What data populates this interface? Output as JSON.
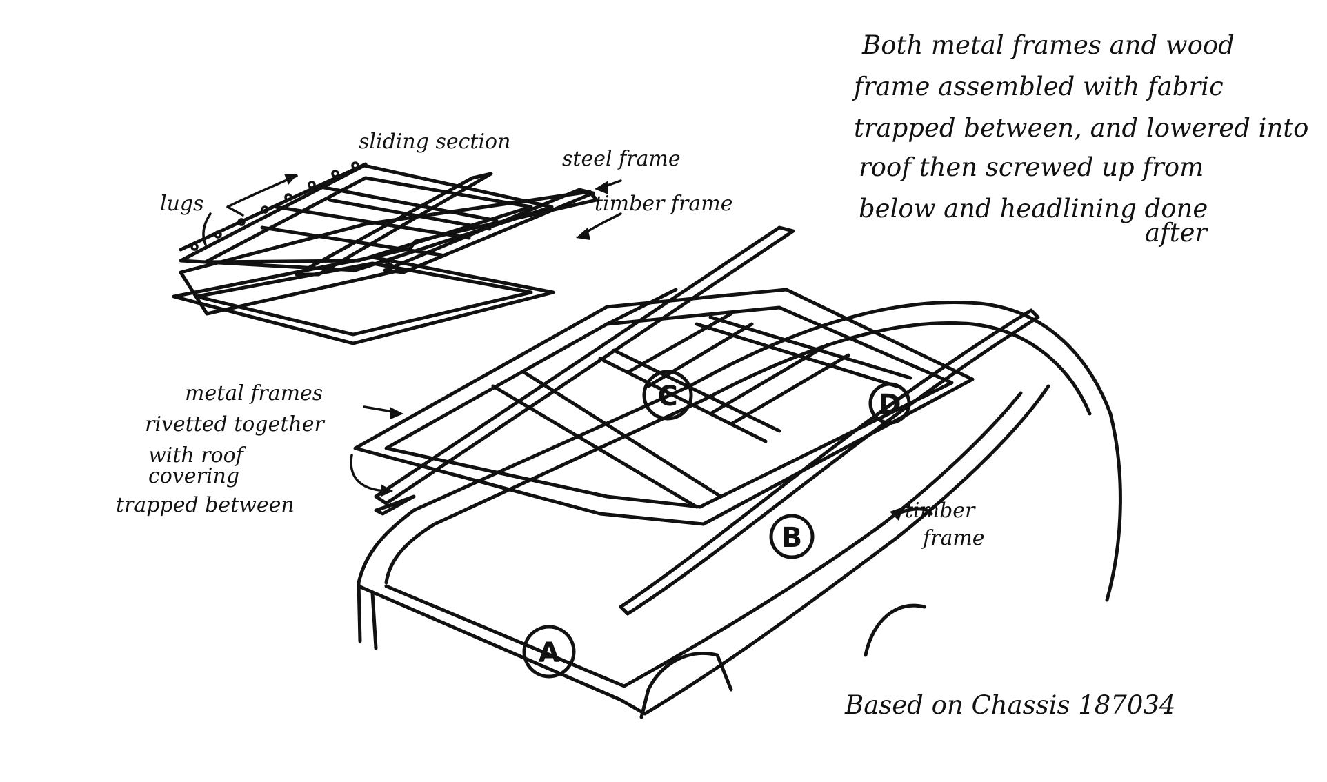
{
  "notes": {
    "assembly": [
      "Both metal frames and wood",
      "frame assembled with fabric",
      "trapped between, and lowered into",
      "roof then screwed up from",
      "below and headlining done",
      "after"
    ],
    "based_on": "Based on Chassis 187034"
  },
  "labels": {
    "sliding_section": "sliding section",
    "steel_frame": "steel frame",
    "timber_frame_top": "timber frame",
    "lugs": "lugs",
    "metal_frames": [
      "metal frames",
      "rivetted together",
      "with roof",
      "covering",
      "trapped between"
    ],
    "timber_frame_bottom": [
      "timber",
      "frame"
    ]
  },
  "callouts": {
    "a": "A",
    "b": "B",
    "c": "C",
    "d": "D"
  },
  "colors": {
    "ink": "#111111",
    "paper": "#ffffff"
  }
}
